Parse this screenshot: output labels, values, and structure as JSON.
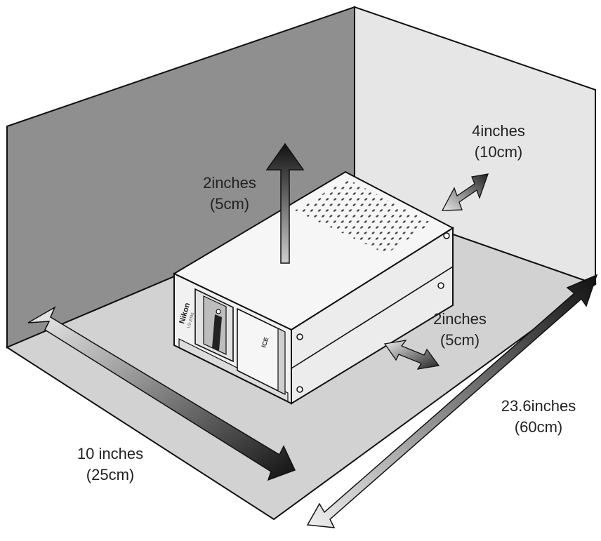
{
  "diagram": {
    "clearances": {
      "top": {
        "value": "2inches",
        "metric": "(5cm)"
      },
      "back": {
        "value": "4inches",
        "metric": "(10cm)"
      },
      "side": {
        "value": "2inches",
        "metric": "(5cm)"
      },
      "width": {
        "value": "10 inches",
        "metric": "(25cm)"
      },
      "depth": {
        "value": "23.6inches",
        "metric": "(60cm)"
      }
    },
    "device": {
      "brand": "Nikon",
      "model": "LS-2000",
      "badge": "ICE"
    },
    "colors": {
      "back_wall": "#8f8f8f",
      "right_wall": "#e6e6e6",
      "floor": "#d2d2d2",
      "outline": "#111111",
      "device_body": "#f4f4f4"
    }
  }
}
